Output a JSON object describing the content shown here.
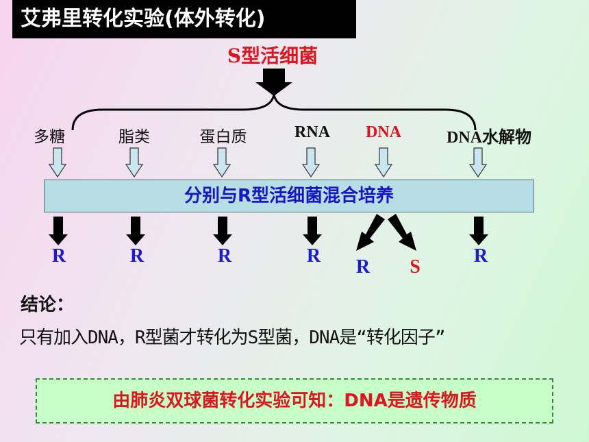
{
  "title": "艾弗里转化实验(体外转化)",
  "source": "S型活细菌",
  "components": [
    {
      "label": "多糖",
      "x": 0
    },
    {
      "label": "脂类",
      "x": 0
    },
    {
      "label": "蛋白质",
      "x": 0
    },
    {
      "label": "RNA",
      "x": 0
    },
    {
      "label": "DNA",
      "x": 0
    },
    {
      "label": "DNA水解物",
      "x": 0
    }
  ],
  "culture": "分别与R型活细菌混合培养",
  "results": [
    {
      "label": "R"
    },
    {
      "label": "R"
    },
    {
      "label": "R"
    },
    {
      "label": "R"
    },
    {
      "label": "R"
    },
    {
      "label": "S"
    },
    {
      "label": "R"
    }
  ],
  "conclusion_heading": "结论：",
  "conclusion": "只有加入DNA，R型菌才转化为S型菌，DNA是“转化因子”",
  "summary": "由肺炎双球菌转化实验可知：DNA是遗传物质",
  "colors": {
    "red": "#e0141e",
    "blue": "#1b1bd4",
    "box": "#b7dde5",
    "summary_bg": "#c8ffc8"
  }
}
